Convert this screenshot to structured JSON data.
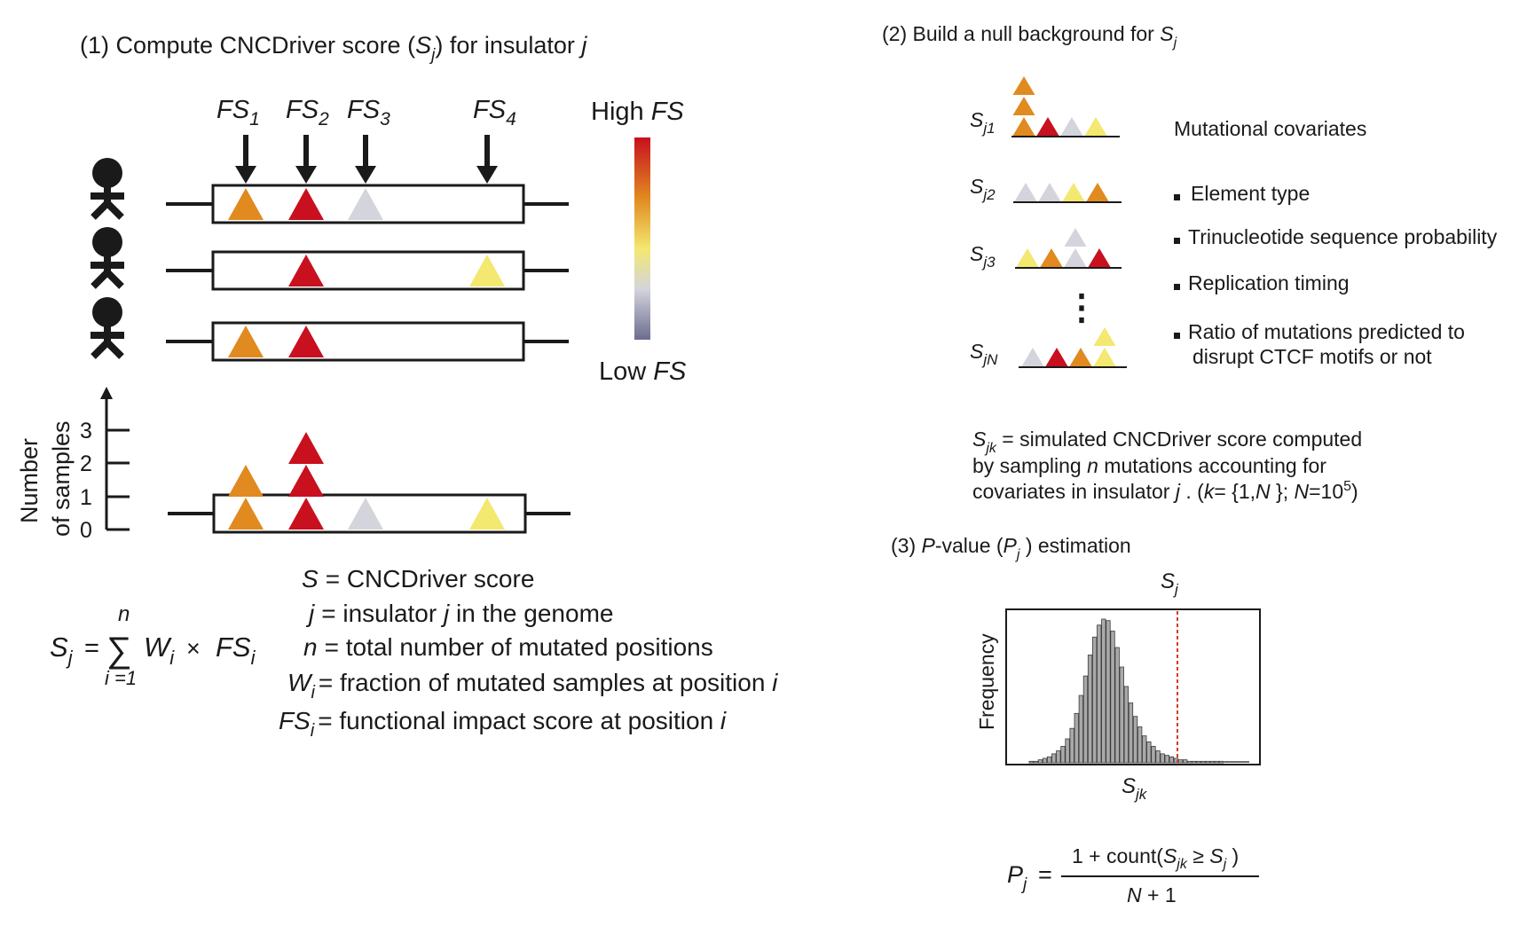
{
  "colors": {
    "orange": "#e08a20",
    "red": "#c8101e",
    "grey": "#d4d4dc",
    "yellow": "#f3e870",
    "ink": "#1a1a1a",
    "gradient_stops": [
      "#c8101e",
      "#e08a20",
      "#f3e870",
      "#d4d4dc",
      "#6c6c90"
    ],
    "threshold_line": "#d63a1e"
  },
  "icons": {
    "person": "person-icon",
    "arrow": "down-arrow-icon",
    "bullet": "square-bullet-icon"
  },
  "step1": {
    "title_prefix": "(1) Compute CNCDriver score (",
    "title_symbol": "S",
    "title_sub": "j",
    "title_suffix": ") for insulator ",
    "title_var": "j",
    "fs_labels": [
      {
        "main": "FS",
        "sub": "1"
      },
      {
        "main": "FS",
        "sub": "2"
      },
      {
        "main": "FS",
        "sub": "3"
      },
      {
        "main": "FS",
        "sub": "4"
      }
    ],
    "samples": [
      [
        "orange",
        "red",
        "grey",
        null
      ],
      [
        null,
        "red",
        null,
        "yellow"
      ],
      [
        "orange",
        "red",
        null,
        null
      ]
    ],
    "colorbar": {
      "high_word": "High ",
      "low_word": "Low ",
      "var": "FS"
    },
    "aggregate": {
      "axis_label_line1": "Number",
      "axis_label_line2": "of samples",
      "ticks": [
        "3",
        "2",
        "1",
        "0"
      ],
      "stacks": [
        [
          "orange",
          "orange"
        ],
        [
          "red",
          "red",
          "red"
        ],
        [
          "grey"
        ],
        [
          "yellow"
        ]
      ]
    },
    "formula": {
      "lhs_symbol": "S",
      "lhs_sub": "j",
      "equals": "=",
      "sum_top": "n",
      "sum_sign": "∑",
      "sum_bottom": "i =1",
      "w": "W",
      "w_sub": "i",
      "times": "×",
      "fs": "FS",
      "fs_sub": "i"
    },
    "definitions": [
      {
        "sym": "S",
        "sub": "",
        "text": "= CNCDriver score",
        "tail": ""
      },
      {
        "sym": "j",
        "sub": "",
        "text": "= insulator ",
        "tail": "j",
        "after": " in the genome"
      },
      {
        "sym": "n",
        "sub": "",
        "text": "= total number of mutated positions",
        "tail": ""
      },
      {
        "sym": "W",
        "sub": "i",
        "text": "= fraction of mutated samples at position ",
        "tail": "i"
      },
      {
        "sym": "FS",
        "sub": "i",
        "text": "= functional impact score at position ",
        "tail": "i"
      }
    ]
  },
  "step2": {
    "title_prefix": "(2) Build a null background for ",
    "title_symbol": "S",
    "title_sub": "j",
    "rows": [
      {
        "sym": "S",
        "sub": "j1",
        "stacks": [
          [
            "orange",
            "orange",
            "orange"
          ],
          [
            "red"
          ],
          [
            "grey"
          ],
          [
            "yellow"
          ]
        ]
      },
      {
        "sym": "S",
        "sub": "j2",
        "stacks": [
          [
            "grey"
          ],
          [
            "grey"
          ],
          [
            "yellow"
          ],
          [
            "orange"
          ]
        ]
      },
      {
        "sym": "S",
        "sub": "j3",
        "stacks": [
          [
            "yellow"
          ],
          [
            "orange"
          ],
          [
            "grey",
            "grey"
          ],
          [
            "red"
          ]
        ]
      },
      {
        "sym": "S",
        "sub": "jN",
        "stacks": [
          [
            "grey"
          ],
          [
            "red"
          ],
          [
            "orange"
          ],
          [
            "yellow",
            "yellow"
          ]
        ]
      }
    ],
    "ellipsis": "⋮",
    "covariates_title": "Mutational covariates",
    "covariates": [
      "Element type",
      "Trinucleotide sequence probability",
      "Replication timing",
      "Ratio of mutations predicted to",
      "disrupt CTCF motifs or not"
    ],
    "note": {
      "sym": "S",
      "sub": "jk",
      "line1": " = simulated CNCDriver score computed",
      "line2_a": "by sampling ",
      "line2_n": "n",
      "line2_b": " mutations accounting for",
      "line3_a": "covariates in insulator ",
      "line3_j": "j",
      "line3_b": " . (",
      "line3_k": "k",
      "line3_c": "= {1,",
      "line3_N": "N",
      "line3_d": " }; ",
      "line3_N2": "N",
      "line3_e": "=10",
      "line3_exp": "5",
      "line3_f": ")"
    }
  },
  "step3": {
    "title_a": "(3) ",
    "title_p": "P",
    "title_b": "-value (",
    "title_sym": "P",
    "title_sub": "j",
    "title_c": " ) estimation",
    "hist_label_top_sym": "S",
    "hist_label_top_sub": "j",
    "ylabel": "Frequency",
    "xlabel_sym": "S",
    "xlabel_sub": "jk",
    "hist_counts": [
      1,
      1,
      2,
      3,
      4,
      6,
      8,
      11,
      16,
      23,
      33,
      45,
      58,
      72,
      84,
      92,
      96,
      95,
      88,
      77,
      64,
      51,
      40,
      31,
      24,
      18,
      14,
      11,
      8,
      6,
      5,
      4,
      3,
      2,
      2,
      1,
      1,
      1,
      1,
      1,
      1,
      1,
      1
    ],
    "formula": {
      "lhs": "P",
      "lhs_sub": "j",
      "eq": "=",
      "num_a": "1 + count(",
      "num_sym": "S",
      "num_sub": "jk",
      "num_ge": " ≥ ",
      "num_sym2": "S",
      "num_sub2": "j",
      "num_b": " )",
      "den_N": "N",
      "den_b": " + 1"
    }
  }
}
